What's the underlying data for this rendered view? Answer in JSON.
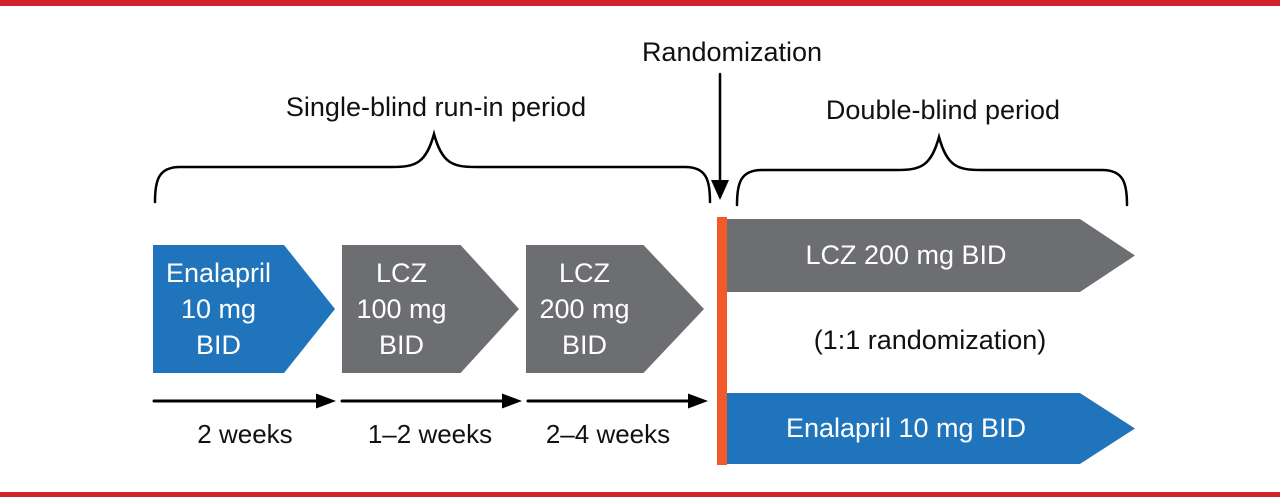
{
  "colors": {
    "blue": "#2074BC",
    "gray": "#6D6E71",
    "orange": "#F15A29",
    "border_red": "#D0232B"
  },
  "frame": {
    "border_color": "#D0232B"
  },
  "header": {
    "randomization_label": "Randomization",
    "runin_period_label": "Single-blind run-in period",
    "double_blind_period_label": "Double-blind period"
  },
  "runin_stages": [
    {
      "line1": "Enalapril",
      "line2": "10 mg",
      "line3": "BID",
      "duration": "2 weeks",
      "fill": "#2074BC"
    },
    {
      "line1": "LCZ",
      "line2": "100 mg",
      "line3": "BID",
      "duration": "1–2 weeks",
      "fill": "#6D6E71"
    },
    {
      "line1": "LCZ",
      "line2": "200 mg",
      "line3": "BID",
      "duration": "2–4 weeks",
      "fill": "#6D6E71"
    }
  ],
  "divider": {
    "color": "#F15A29"
  },
  "double_blind": {
    "arm_top_label": "LCZ 200 mg BID",
    "note": "(1:1 randomization)",
    "arm_bottom_label": "Enalapril 10 mg BID",
    "arm_top_fill": "#6D6E71",
    "arm_bottom_fill": "#2074BC"
  }
}
